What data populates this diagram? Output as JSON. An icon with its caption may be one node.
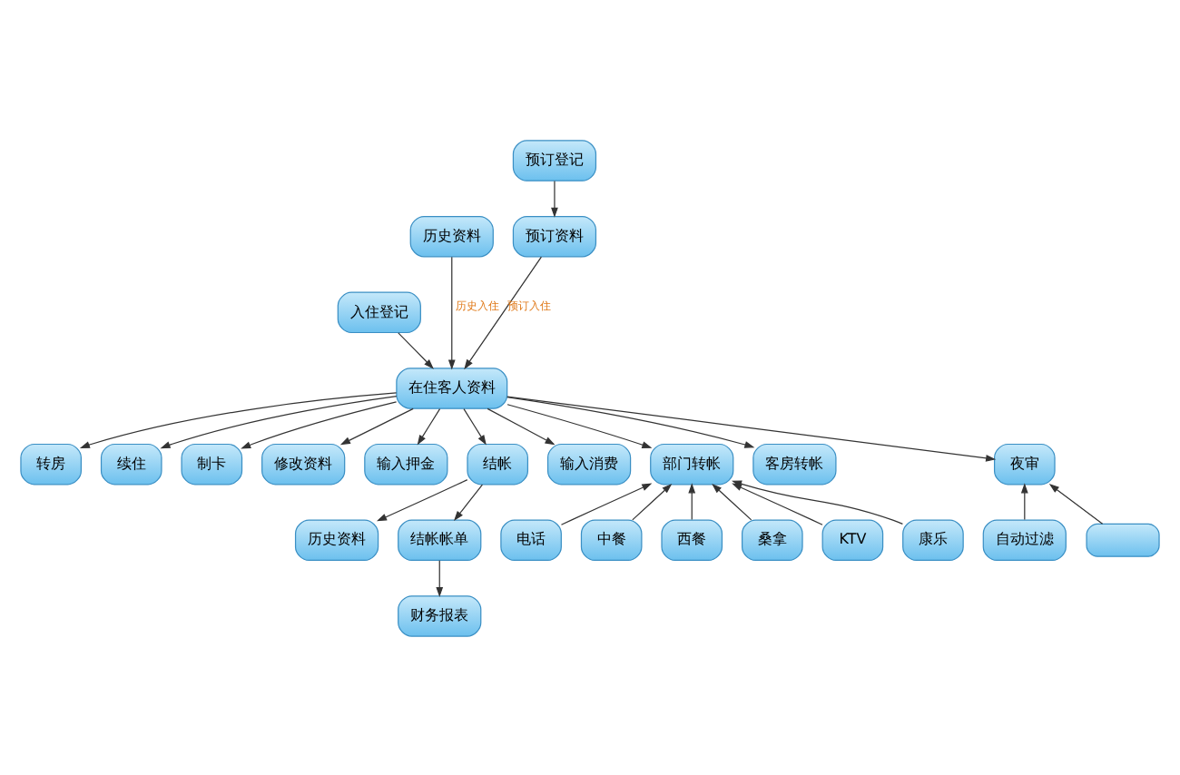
{
  "diagram": {
    "nodes": [
      {
        "text": [
          "入住登记"
        ]
      },
      {
        "text": [
          "历史资料"
        ]
      },
      {
        "text": [
          "预订资料"
        ]
      },
      {
        "text": [
          "预订登记"
        ]
      },
      {
        "text": [
          "转房"
        ]
      },
      {
        "text": [
          "续住"
        ]
      },
      {
        "text": [
          "制卡"
        ]
      },
      {
        "text": [
          "修改资料"
        ]
      },
      {
        "text": [
          "在住客人资料"
        ]
      },
      {
        "text": [
          "输入押金"
        ]
      },
      {
        "text": [
          "结帐"
        ]
      },
      {
        "text": [
          "历史资料"
        ]
      },
      {
        "text": [
          "结帐帐单"
        ]
      },
      {
        "text": [
          "财务报表"
        ]
      },
      {
        "text": [
          "输入消费"
        ]
      },
      {
        "text": [
          "部门转帐"
        ]
      },
      {
        "text": [
          "客房转帐"
        ]
      },
      {
        "text": [
          "夜审"
        ]
      },
      {
        "text": [
          "电话"
        ]
      },
      {
        "text": [
          "中餐"
        ]
      },
      {
        "text": [
          "西餐"
        ]
      },
      {
        "text": [
          "桑拿"
        ]
      },
      {
        "text": [
          "KTV"
        ]
      },
      {
        "text": [
          "康乐"
        ]
      },
      {
        "text": [
          "自动过滤"
        ]
      },
      {
        "text": [],
        "shape": "box"
      }
    ],
    "edges": [
      {
        "from": 3,
        "to": 2,
        "arrow": "to"
      },
      {
        "from": 0,
        "to": 8,
        "arrow": "to"
      },
      {
        "from": 1,
        "to": 8,
        "arrow": "to",
        "label": "历史入住"
      },
      {
        "from": 2,
        "to": 8,
        "arrow": "to",
        "label": "预订入住"
      },
      {
        "from": 8,
        "to": 4,
        "arrow": "to"
      },
      {
        "from": 8,
        "to": 5,
        "arrow": "to"
      },
      {
        "from": 8,
        "to": 6,
        "arrow": "to"
      },
      {
        "from": 8,
        "to": 7,
        "arrow": "to"
      },
      {
        "from": 8,
        "to": 9,
        "arrow": "to"
      },
      {
        "from": 8,
        "to": 10,
        "arrow": "to"
      },
      {
        "from": 10,
        "to": 11,
        "arrow": "to"
      },
      {
        "from": 10,
        "to": 12,
        "arrow": "to"
      },
      {
        "from": 12,
        "to": 13,
        "arrow": "to"
      },
      {
        "from": 8,
        "to": 14,
        "arrow": "to"
      },
      {
        "from": 8,
        "to": 15,
        "arrow": "to"
      },
      {
        "from": 8,
        "to": 16,
        "arrow": "to"
      },
      {
        "from": 8,
        "to": 17,
        "arrow": "to"
      },
      {
        "from": 18,
        "to": 15,
        "arrow": "to"
      },
      {
        "from": 19,
        "to": 15,
        "arrow": "to"
      },
      {
        "from": 20,
        "to": 15,
        "arrow": "to"
      },
      {
        "from": 21,
        "to": 15,
        "arrow": "to"
      },
      {
        "from": 22,
        "to": 15,
        "arrow": "to"
      },
      {
        "from": 23,
        "to": 15,
        "arrow": "to"
      },
      {
        "from": 24,
        "to": 17,
        "arrow": "to"
      },
      {
        "from": 25,
        "to": 17,
        "arrow": "to"
      }
    ]
  }
}
